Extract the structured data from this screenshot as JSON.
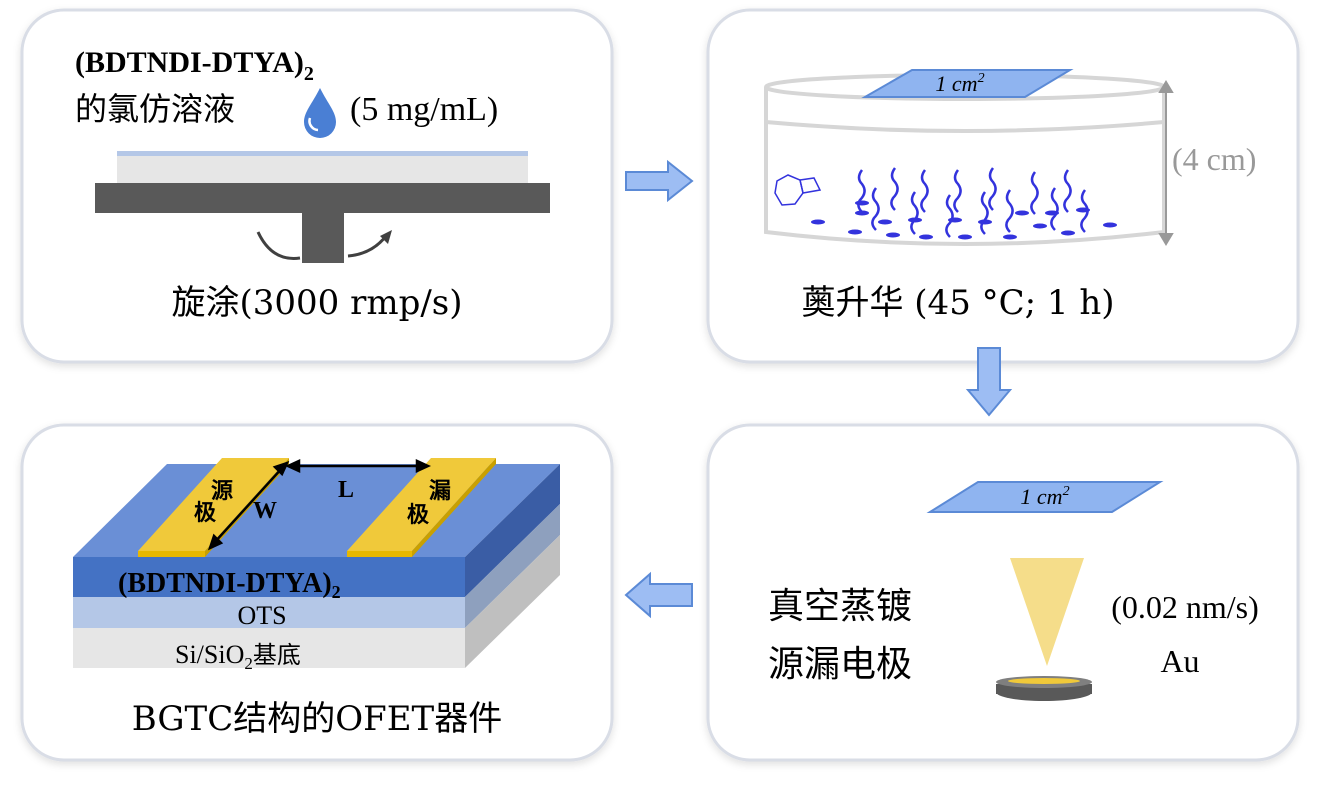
{
  "panels": {
    "spin": {
      "material": "(BDTNDI-DTYA)",
      "material_sub": "2",
      "solution": "的氯仿溶液",
      "concentration": "(5 mg/mL)",
      "caption": "旋涂(3000 rmp/s)"
    },
    "sublimation": {
      "substrate_label": "1 cm",
      "substrate_sup": "2",
      "height": "(4 cm)",
      "caption": "薁升华 (45 °C; 1 h)"
    },
    "evaporation": {
      "substrate_label": "1 cm",
      "substrate_sup": "2",
      "caption_line1": "真空蒸镀",
      "caption_line2": "源漏电极",
      "rate": "(0.02 nm/s)",
      "metal": "Au"
    },
    "device": {
      "source": [
        "源",
        "极"
      ],
      "drain": [
        "漏",
        "极"
      ],
      "width_label": "W",
      "length_label": "L",
      "layer_semiconductor": "(BDTNDI-DTYA)",
      "layer_semiconductor_sub": "2",
      "layer_ots": "OTS",
      "layer_substrate_a": "Si/SiO",
      "layer_substrate_sub": "2",
      "layer_substrate_b": "基底",
      "caption": "BGTC结构的OFET器件"
    }
  },
  "colors": {
    "arrow_fill": "#9dbdf3",
    "semiconductor": "#4472c4",
    "gold": "#f0c93a",
    "molecule": "#3333dd"
  }
}
